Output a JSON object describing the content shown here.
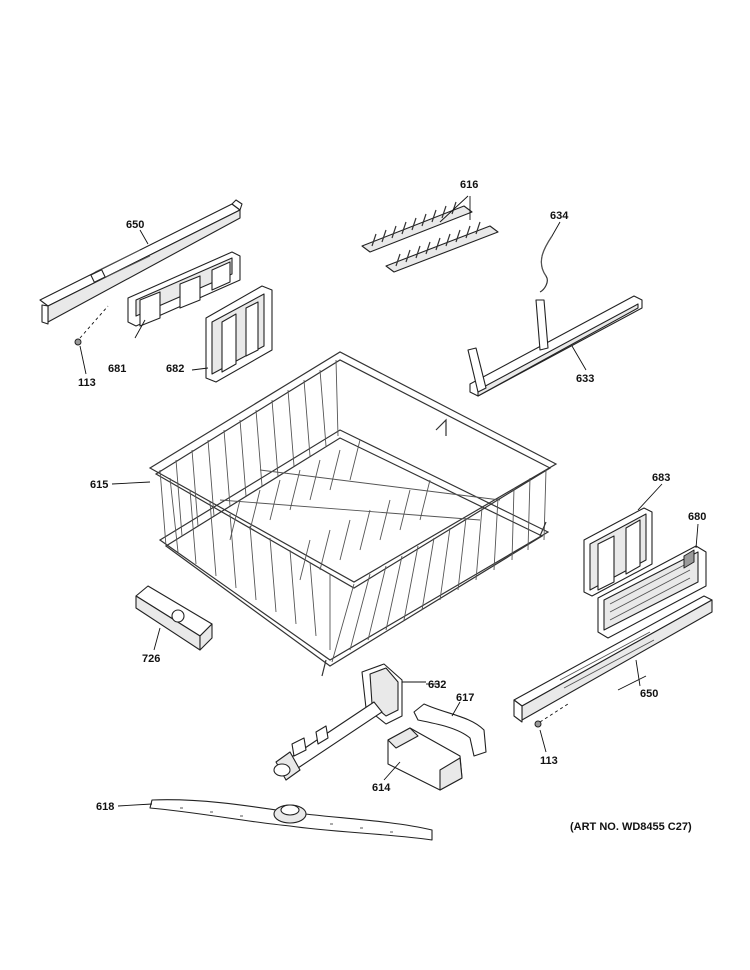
{
  "callouts": {
    "c616": "616",
    "c634": "634",
    "c650a": "650",
    "c113a": "113",
    "c681": "681",
    "c682": "682",
    "c633": "633",
    "c615": "615",
    "c683": "683",
    "c680": "680",
    "c726": "726",
    "c632": "632",
    "c617": "617",
    "c650b": "650",
    "c113b": "113",
    "c614": "614",
    "c618": "618"
  },
  "art_number": "(ART NO. WD8455 C27)"
}
